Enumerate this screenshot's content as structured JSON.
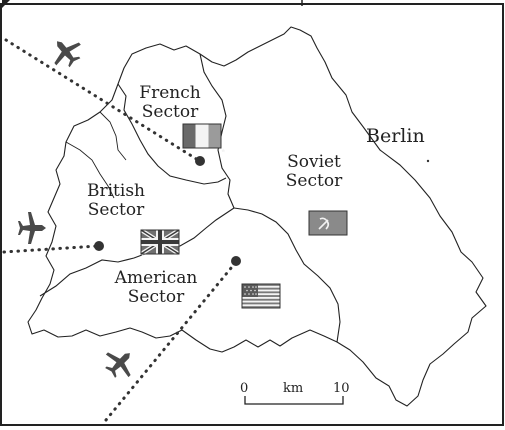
{
  "map": {
    "city_label": "Berlin",
    "sectors": {
      "french": {
        "line1": "French",
        "line2": "Sector"
      },
      "soviet": {
        "line1": "Soviet",
        "line2": "Sector"
      },
      "british": {
        "line1": "British",
        "line2": "Sector"
      },
      "american": {
        "line1": "American",
        "line2": "Sector"
      }
    },
    "flags": {
      "french": "france-flag-icon",
      "soviet": "soviet-flag-icon",
      "british": "uk-flag-icon",
      "usa": "us-flag-icon"
    },
    "aircraft": [
      "airplane-icon",
      "airplane-icon",
      "airplane-icon"
    ],
    "scale": {
      "start": "0",
      "unit": "km",
      "end": "10"
    },
    "colors": {
      "ink": "#222222",
      "paper": "#ffffff",
      "flag_fill": "#d9d9d9"
    }
  }
}
